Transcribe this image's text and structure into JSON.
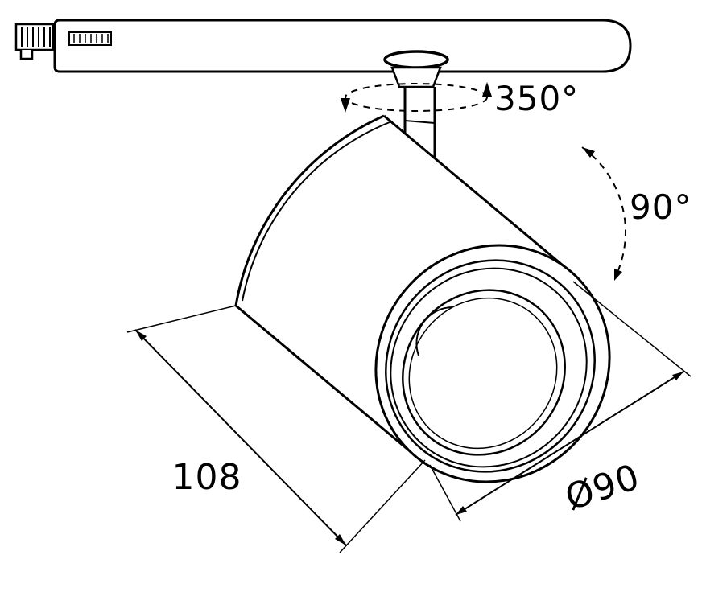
{
  "diagram": {
    "background": "#ffffff",
    "line_color": "#000000",
    "labels": {
      "pan_rotation": "350°",
      "tilt_rotation": "90°",
      "length": "108",
      "diameter": "Ø90"
    }
  }
}
